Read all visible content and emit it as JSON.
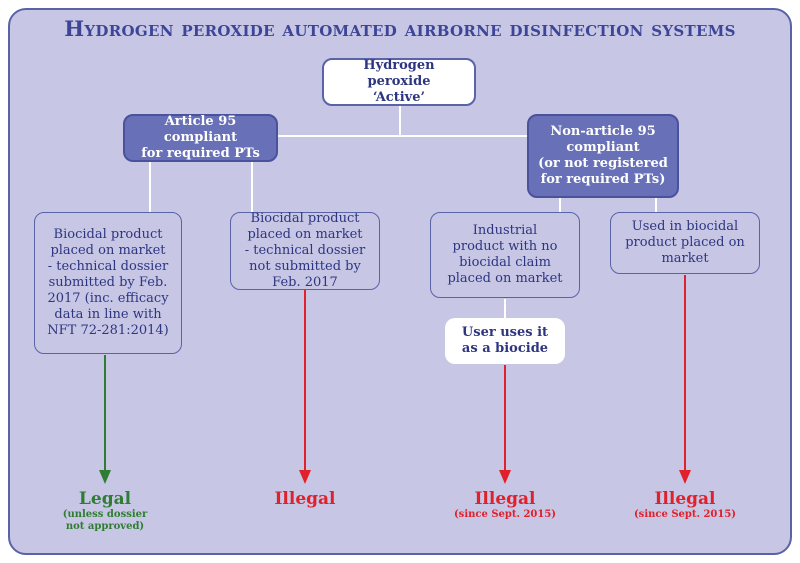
{
  "title": "Hydrogen peroxide automated airborne disinfection systems",
  "colors": {
    "panel_bg": "#c7c6e5",
    "border": "#5a63a8",
    "title": "#3c4596",
    "dark_box": "#6870b7",
    "legal": "#2e7d32",
    "illegal": "#e0202a"
  },
  "root": {
    "line1": "Hydrogen peroxide",
    "line2": "‘Active’"
  },
  "branches": {
    "left": {
      "line1": "Article 95 compliant",
      "line2": "for required PTs"
    },
    "right": {
      "line1": "Non-article 95",
      "line2": "compliant",
      "line3": "(or not registered",
      "line4": "for required PTs)"
    }
  },
  "leaves": [
    {
      "lines": [
        "Biocidal product",
        "placed on market",
        "- technical dossier",
        "submitted by Feb.",
        "2017 (inc. efficacy",
        "data in line with",
        "NFT 72-281:2014)"
      ]
    },
    {
      "lines": [
        "Biocidal product",
        "placed on market",
        "- technical dossier",
        "not submitted by",
        "Feb. 2017"
      ]
    },
    {
      "lines": [
        "Industrial",
        "product with no",
        "biocidal claim",
        "placed on market"
      ]
    },
    {
      "lines": [
        "Used in biocidal",
        "product placed on",
        "market"
      ]
    }
  ],
  "user_box": {
    "line1": "User uses it",
    "line2": "as a biocide"
  },
  "outcomes": [
    {
      "main": "Legal",
      "sub1": "(unless dossier",
      "sub2": "not approved)",
      "status": "legal"
    },
    {
      "main": "Illegal",
      "sub1": "",
      "sub2": "",
      "status": "illegal"
    },
    {
      "main": "Illegal",
      "sub1": "(since Sept. 2015)",
      "sub2": "",
      "status": "illegal"
    },
    {
      "main": "Illegal",
      "sub1": "(since Sept. 2015)",
      "sub2": "",
      "status": "illegal"
    }
  ]
}
